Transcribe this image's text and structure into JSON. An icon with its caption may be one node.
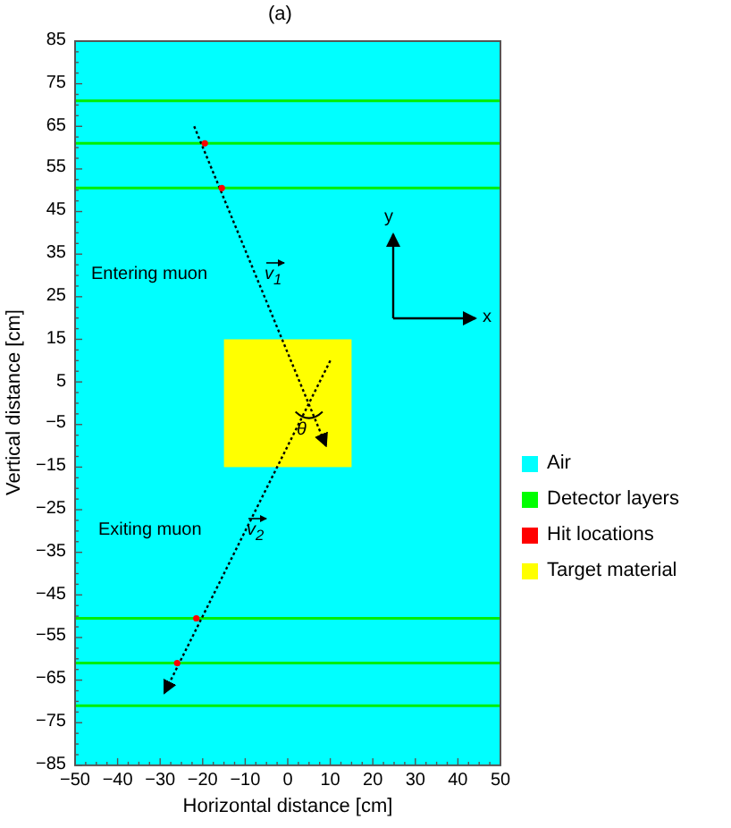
{
  "diagram": {
    "title": "(a)",
    "labels": [
      "85",
      "75",
      "65",
      "55",
      "45",
      "35",
      "25",
      "15",
      "5",
      "−5",
      "−15",
      "−25",
      "−35",
      "−45",
      "−55",
      "−65",
      "−75",
      "−85",
      "Vertical distance [cm]",
      "Entering muon",
      "v$_{1}$",
      "y",
      "x",
      "θ",
      "Exiting muon",
      "v$_{2}$",
      "−50",
      "−40",
      "−30",
      "−20",
      "−10",
      "0",
      "10",
      "20",
      "30",
      "40",
      "50",
      "Horizontal distance [cm]"
    ],
    "legend": [
      {
        "text": "Air",
        "color": "#00ffff"
      },
      {
        "text": "Detector layers",
        "color": "#00ff00"
      },
      {
        "text": "Hit locations",
        "color": "#ff0000"
      },
      {
        "text": "Target material",
        "color": "#ffff00"
      }
    ]
  }
}
